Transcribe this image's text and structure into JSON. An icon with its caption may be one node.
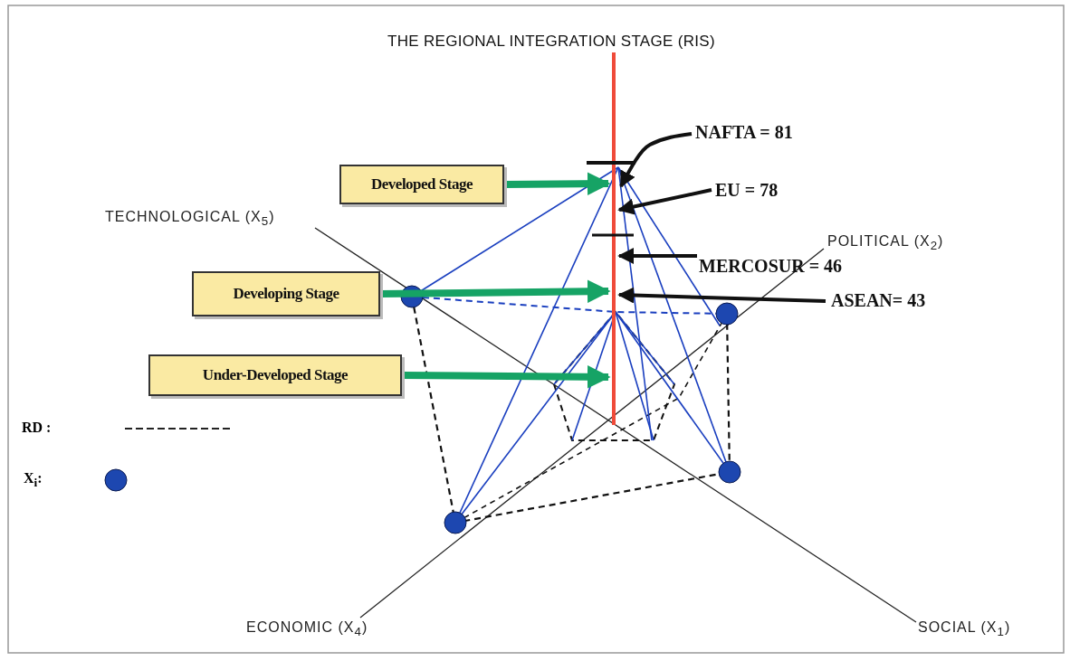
{
  "diagram": {
    "title": "THE REGIONAL INTEGRATION STAGE (RIS)",
    "nodes": [
      {
        "text": [
          "Developed Stage"
        ]
      },
      {
        "text": [
          "Developing Stage"
        ]
      },
      {
        "text": [
          "Under-Developed Stage"
        ]
      },
      {
        "text": [
          "NAFTA = 81"
        ]
      },
      {
        "text": [
          "EU = 78"
        ]
      },
      {
        "text": [
          "MERCOSUR = 46"
        ]
      },
      {
        "text": [
          "ASEAN= 43"
        ]
      }
    ],
    "edges": [
      {
        "from": 0,
        "to": null,
        "arrow": "to",
        "style": "thick",
        "color": "#16a365"
      },
      {
        "from": 1,
        "to": null,
        "arrow": "to",
        "style": "thick",
        "color": "#16a365"
      },
      {
        "from": 2,
        "to": null,
        "arrow": "to",
        "style": "thick",
        "color": "#16a365"
      },
      {
        "from": 3,
        "to": null,
        "arrow": "to"
      },
      {
        "from": 4,
        "to": null,
        "arrow": "to"
      },
      {
        "from": 5,
        "to": null,
        "arrow": "to"
      },
      {
        "from": 6,
        "to": null,
        "arrow": "to"
      }
    ],
    "labels": [
      "TECHNOLOGICAL (X$_{5}$)",
      "POLITICAL (X$_{2}$)",
      "ECONOMIC (X$_{4}$)",
      "SOCIAL (X$_{1}$)"
    ],
    "legend": [
      {
        "text": "RD :"
      },
      {
        "text": "X$_{i}$:"
      }
    ]
  }
}
